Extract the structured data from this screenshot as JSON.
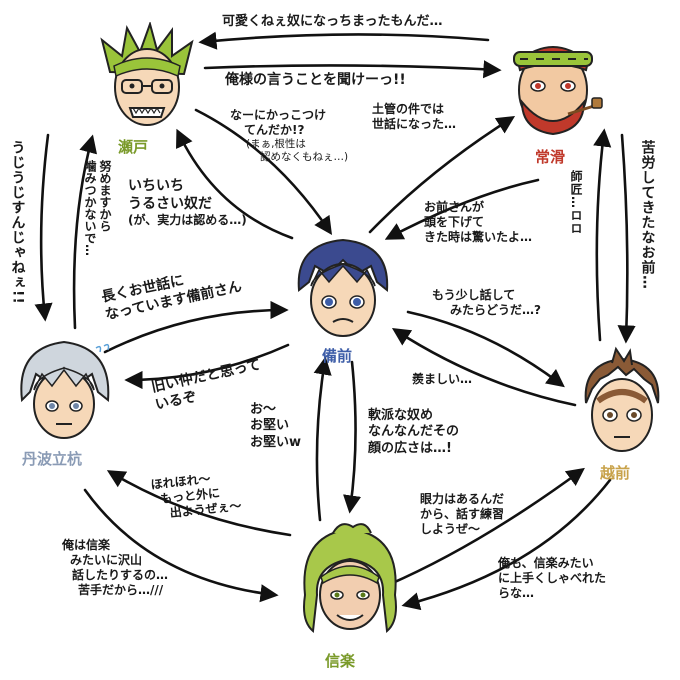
{
  "characters": {
    "seto": {
      "name": "瀬戸",
      "color": "#7a9a2a"
    },
    "tokoname": {
      "name": "常滑",
      "color": "#c0392b"
    },
    "bizen": {
      "name": "備前",
      "color": "#3e5ea8"
    },
    "tamba": {
      "name": "丹波立杭",
      "color": "#8a9bb5"
    },
    "echizen": {
      "name": "越前",
      "color": "#c8a24a"
    },
    "shigaraki": {
      "name": "信楽",
      "color": "#7a9a2a"
    }
  },
  "relations": {
    "tokoname_to_seto": "可愛くねぇ奴になっちまったもんだ…",
    "seto_to_tokoname": "俺様の言うことを聞けーっ!!",
    "seto_to_bizen_line1": "なーにかっこつけ",
    "seto_to_bizen_line2": "てんだか!?",
    "seto_to_bizen_note1": "(まぁ,根性は",
    "seto_to_bizen_note2": "認めなくもねぇ…)",
    "bizen_to_tokoname_line1": "土管の件では",
    "bizen_to_tokoname_line2": "世話になった…",
    "bizen_to_seto_line1": "いちいち",
    "bizen_to_seto_line2": "うるさい奴だ",
    "bizen_to_seto_line3": "(が、実力は認める…)",
    "tokoname_to_bizen_line1": "お前さんが",
    "tokoname_to_bizen_line2": "頭を下げて",
    "tokoname_to_bizen_line3": "きた時は驚いたよ…",
    "tamba_to_seto_line1": "努めますから",
    "tamba_to_seto_line2": "噛みつかないで…",
    "seto_to_tamba": "うじうじすんじゃねぇ!!",
    "echizen_to_tokoname": "苦労してきたなお前…",
    "tokoname_to_echizen": "師匠…ロロ",
    "tamba_to_bizen_line1": "長くお世話に",
    "tamba_to_bizen_line2": "なっています備前さん",
    "bizen_to_tamba_line1": "旧い仲だと思って",
    "bizen_to_tamba_line2": "いるぞ",
    "bizen_to_echizen_line1": "もう少し話して",
    "bizen_to_echizen_line2": "みたらどうだ…?",
    "echizen_to_bizen": "羨ましい…",
    "shigaraki_to_bizen_line1": "お～",
    "shigaraki_to_bizen_line2": "お堅い",
    "shigaraki_to_bizen_line3": "お堅いw",
    "bizen_to_shigaraki_line1": "軟派な奴め",
    "bizen_to_shigaraki_line2": "なんなんだその",
    "bizen_to_shigaraki_line3": "顔の広さは…!",
    "shigaraki_to_tamba_line1": "ほれほれ～",
    "shigaraki_to_tamba_line2": "もっと外に",
    "shigaraki_to_tamba_line3": "出ようぜぇ～",
    "tamba_to_shigaraki_line1": "俺は信楽",
    "tamba_to_shigaraki_line2": "みたいに沢山",
    "tamba_to_shigaraki_line3": "話したりするの…",
    "tamba_to_shigaraki_line4": "苦手だから…///",
    "shigaraki_to_echizen_line1": "眼力はあるんだ",
    "shigaraki_to_echizen_line2": "から、話す練習",
    "shigaraki_to_echizen_line3": "しようぜ～",
    "echizen_to_shigaraki_line1": "俺も、信楽みたい",
    "echizen_to_shigaraki_line2": "に上手くしゃべれた",
    "echizen_to_shigaraki_line3": "らな…"
  }
}
